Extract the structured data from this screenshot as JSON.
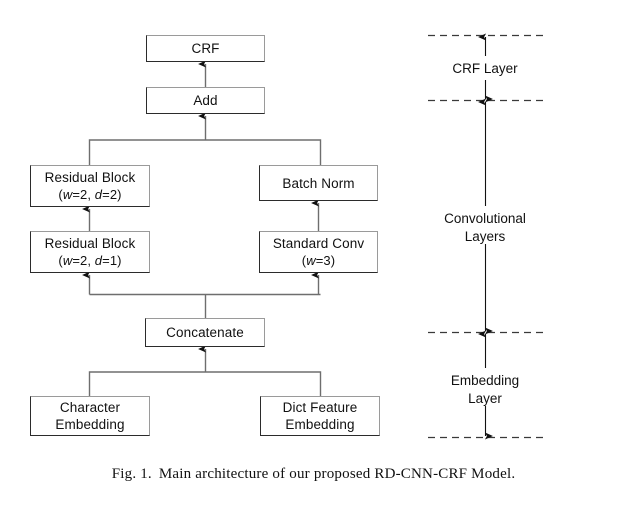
{
  "figure": {
    "caption_number": "Fig. 1.",
    "caption_text": "Main architecture of our proposed RD-CNN-CRF Model.",
    "colors": {
      "background": "#ffffff",
      "box_border_dark": "#2b2b2b",
      "box_border_light": "#9a9a9a",
      "connector": "#5a5a5a",
      "text": "#111111",
      "dashed_line": "#444444"
    }
  },
  "nodes": {
    "crf": {
      "label": "CRF"
    },
    "add": {
      "label": "Add"
    },
    "residual_block_2": {
      "label": "Residual Block",
      "params_prefix": "(",
      "param1_var": "w",
      "param1_val": "=2, ",
      "param2_var": "d",
      "param2_val": "=2)",
      "params_text": "(w=2, d=2)"
    },
    "residual_block_1": {
      "label": "Residual Block",
      "params_prefix": "(",
      "param1_var": "w",
      "param1_val": "=2, ",
      "param2_var": "d",
      "param2_val": "=1)",
      "params_text": "(w=2, d=1)"
    },
    "batch_norm": {
      "label": "Batch Norm"
    },
    "standard_conv": {
      "label": "Standard Conv",
      "params_prefix": "(",
      "param1_var": "w",
      "param1_val": "=3)",
      "params_text": "(w=3)"
    },
    "concatenate": {
      "label": "Concatenate"
    },
    "character_embedding": {
      "line1": "Character",
      "line2": "Embedding"
    },
    "dict_feature_embedding": {
      "line1": "Dict Feature",
      "line2": "Embedding"
    }
  },
  "layer_groups": [
    {
      "id": "crf-layer",
      "label": "CRF Layer"
    },
    {
      "id": "convolutional-layers",
      "label": "Convolutional\nLayers",
      "line1": "Convolutional",
      "line2": "Layers"
    },
    {
      "id": "embedding-layer",
      "label": "Embedding\nLayer",
      "line1": "Embedding",
      "line2": "Layer"
    }
  ],
  "connections": [
    {
      "from": "add",
      "to": "crf"
    },
    {
      "from": "residual_block_2",
      "to": "add"
    },
    {
      "from": "batch_norm",
      "to": "add"
    },
    {
      "from": "residual_block_1",
      "to": "residual_block_2"
    },
    {
      "from": "standard_conv",
      "to": "batch_norm"
    },
    {
      "from": "concatenate",
      "to": "residual_block_1"
    },
    {
      "from": "concatenate",
      "to": "standard_conv"
    },
    {
      "from": "character_embedding",
      "to": "concatenate"
    },
    {
      "from": "dict_feature_embedding",
      "to": "concatenate"
    }
  ]
}
